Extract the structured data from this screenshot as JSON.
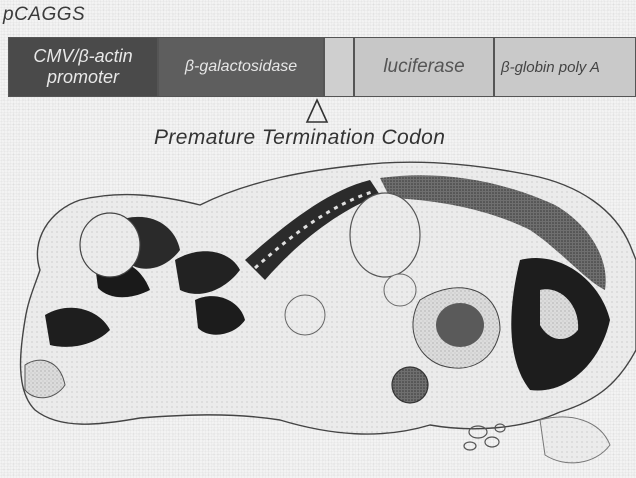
{
  "vector_name": "pCAGGS",
  "construct": {
    "promoter_line1": "CMV/β-actin",
    "promoter_line2": "promoter",
    "segment_bgal": "β-galactosidase",
    "segment_luc": "luciferase",
    "segment_globin": "β-globin poly A"
  },
  "marker_label": "Premature Termination Codon",
  "colors": {
    "dark_segment": "#4a4a4a",
    "light_segment": "#c7c7c7",
    "tissue_dark": "#1e1e1e"
  }
}
